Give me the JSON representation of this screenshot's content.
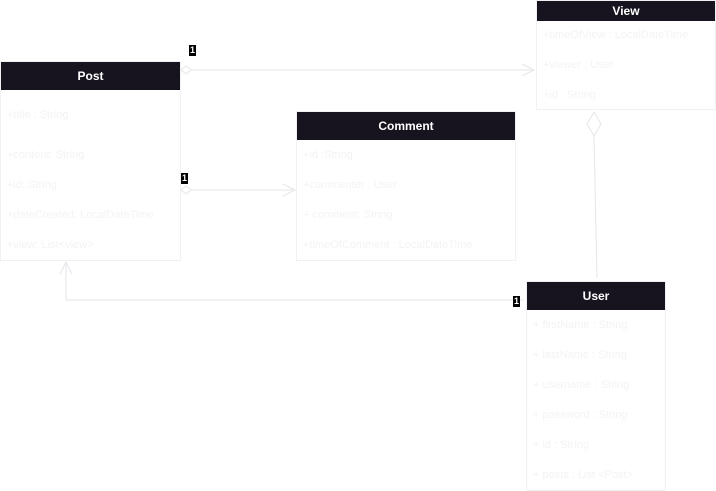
{
  "diagram": {
    "classes": {
      "view": {
        "name": "View",
        "attributes": [
          "+timeOfView : LocalDateTime",
          "+viewer : User",
          "+id : String"
        ]
      },
      "post": {
        "name": "Post",
        "attributes": [
          "+title : String",
          "+content: String",
          "+id: String",
          "+dateCreated: LocalDateTime",
          "+view: List<view>"
        ]
      },
      "comment": {
        "name": "Comment",
        "attributes": [
          "+id :String",
          "+commenter : User",
          "+ comment: String",
          "+timeOfComment : LocalDateTime"
        ]
      },
      "user": {
        "name": "User",
        "attributes": [
          "+ firstName : String",
          "+ lastName : String",
          "+ username : String",
          "+ password : String",
          "+ id : String",
          "+ posts : List <Post>"
        ]
      }
    },
    "multiplicities": {
      "post_view": "1",
      "post_comment": "1",
      "user_post": "1"
    },
    "colors": {
      "header": "#17141f",
      "header_text": "#ffffff",
      "line": "#e6e6ea",
      "attribute_text": "#f3f3f5"
    }
  }
}
